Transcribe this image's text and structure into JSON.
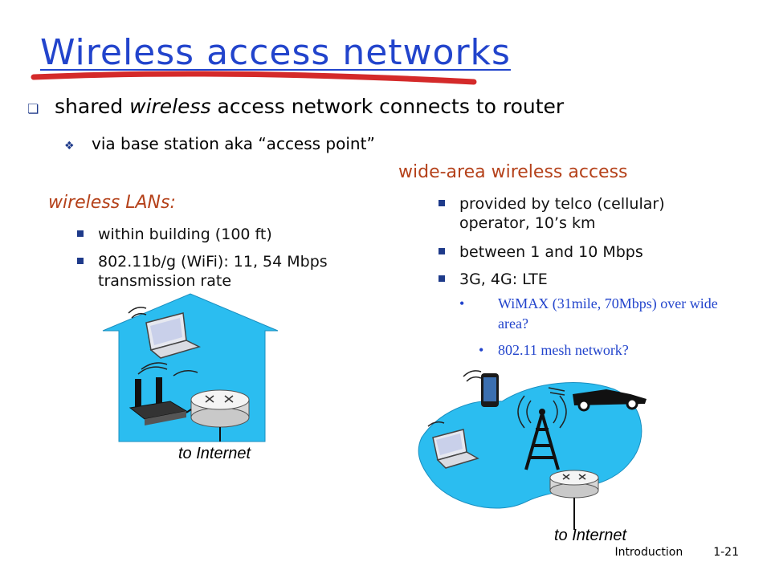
{
  "slide": {
    "title": "Wireless access networks",
    "bullet1_before": "shared ",
    "bullet1_italic": "wireless",
    "bullet1_after": " access network connects to router",
    "bullet2": "via base station aka “access point”"
  },
  "lan": {
    "heading": "wireless LANs:",
    "items": [
      "within building (100 ft)",
      "802.11b/g (WiFi): 11, 54 Mbps transmission rate"
    ],
    "caption": "to Internet"
  },
  "wan": {
    "heading": "wide-area wireless access",
    "items": [
      "provided by telco (cellular) operator, 10’s km",
      "between 1 and 10 Mbps",
      "3G, 4G: LTE"
    ],
    "subitems": [
      "WiMAX (31mile, 70Mbps) over wide area?",
      "802.11 mesh network?"
    ],
    "caption": "to Internet"
  },
  "footer": {
    "section": "Introduction",
    "page": "1-21"
  },
  "colors": {
    "title": "#2244cc",
    "heading": "#b5421b",
    "swoosh": "#d42a2a",
    "bullet": "#1e3a8a",
    "house": "#2bbdf0"
  }
}
